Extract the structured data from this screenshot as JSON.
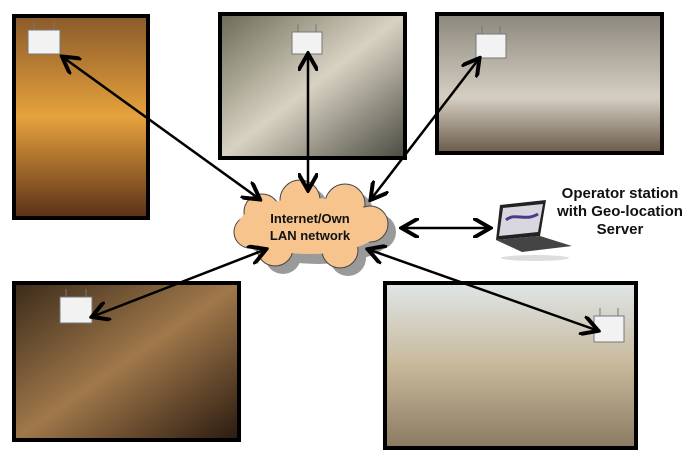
{
  "cloud": {
    "line1": "Internet/Own",
    "line2": "LAN network"
  },
  "operator": {
    "line1": "Operator station",
    "line2": "with Geo-location",
    "line3": "Server"
  },
  "colors": {
    "cloud_fill": "#f7c48e",
    "cloud_shadow": "#9a9a9a",
    "frame": "#000000",
    "arrow": "#000000"
  }
}
